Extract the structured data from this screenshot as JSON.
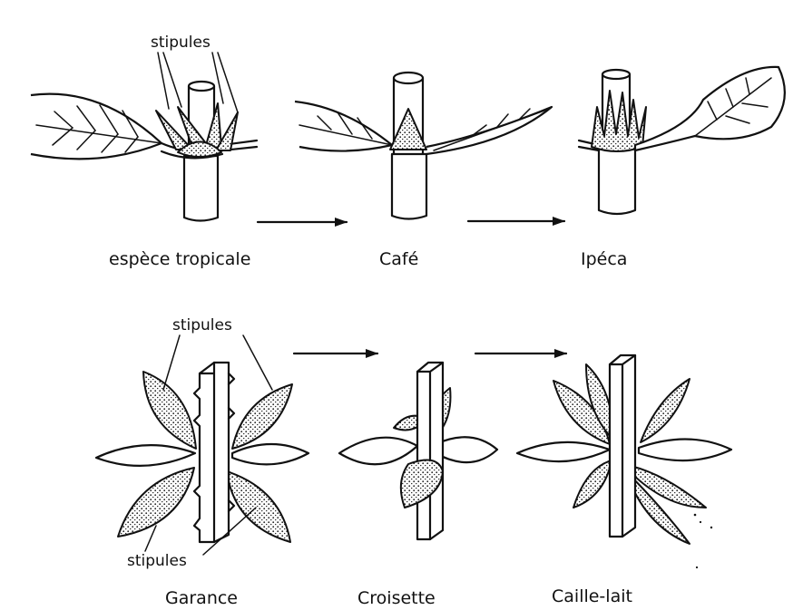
{
  "labels": {
    "stipules_top": "stipules",
    "stipules_mid": "stipules",
    "stipules_bottom": "stipules",
    "espece_tropicale": "espèce tropicale",
    "cafe": "Café",
    "ipeca": "Ipéca",
    "garance": "Garance",
    "croisette": "Croisette",
    "caille_lait": "Caille-lait"
  }
}
